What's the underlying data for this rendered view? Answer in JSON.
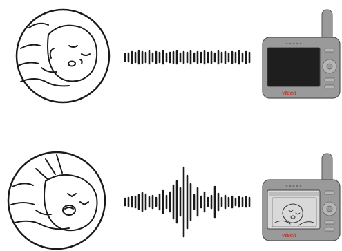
{
  "illustration": {
    "rows": [
      {
        "state": "quiet",
        "monitor_screen": "off",
        "brand": "vtech"
      },
      {
        "state": "crying",
        "monitor_screen": "on",
        "brand": "vtech"
      }
    ],
    "colors": {
      "line": "#1a1a1a",
      "device_body": "#9a9a9a",
      "device_body_dark": "#7a7a7a",
      "screen_off": "#1e1e1e",
      "screen_on": "#d9d9d9",
      "brand_red": "#c0392b"
    }
  }
}
